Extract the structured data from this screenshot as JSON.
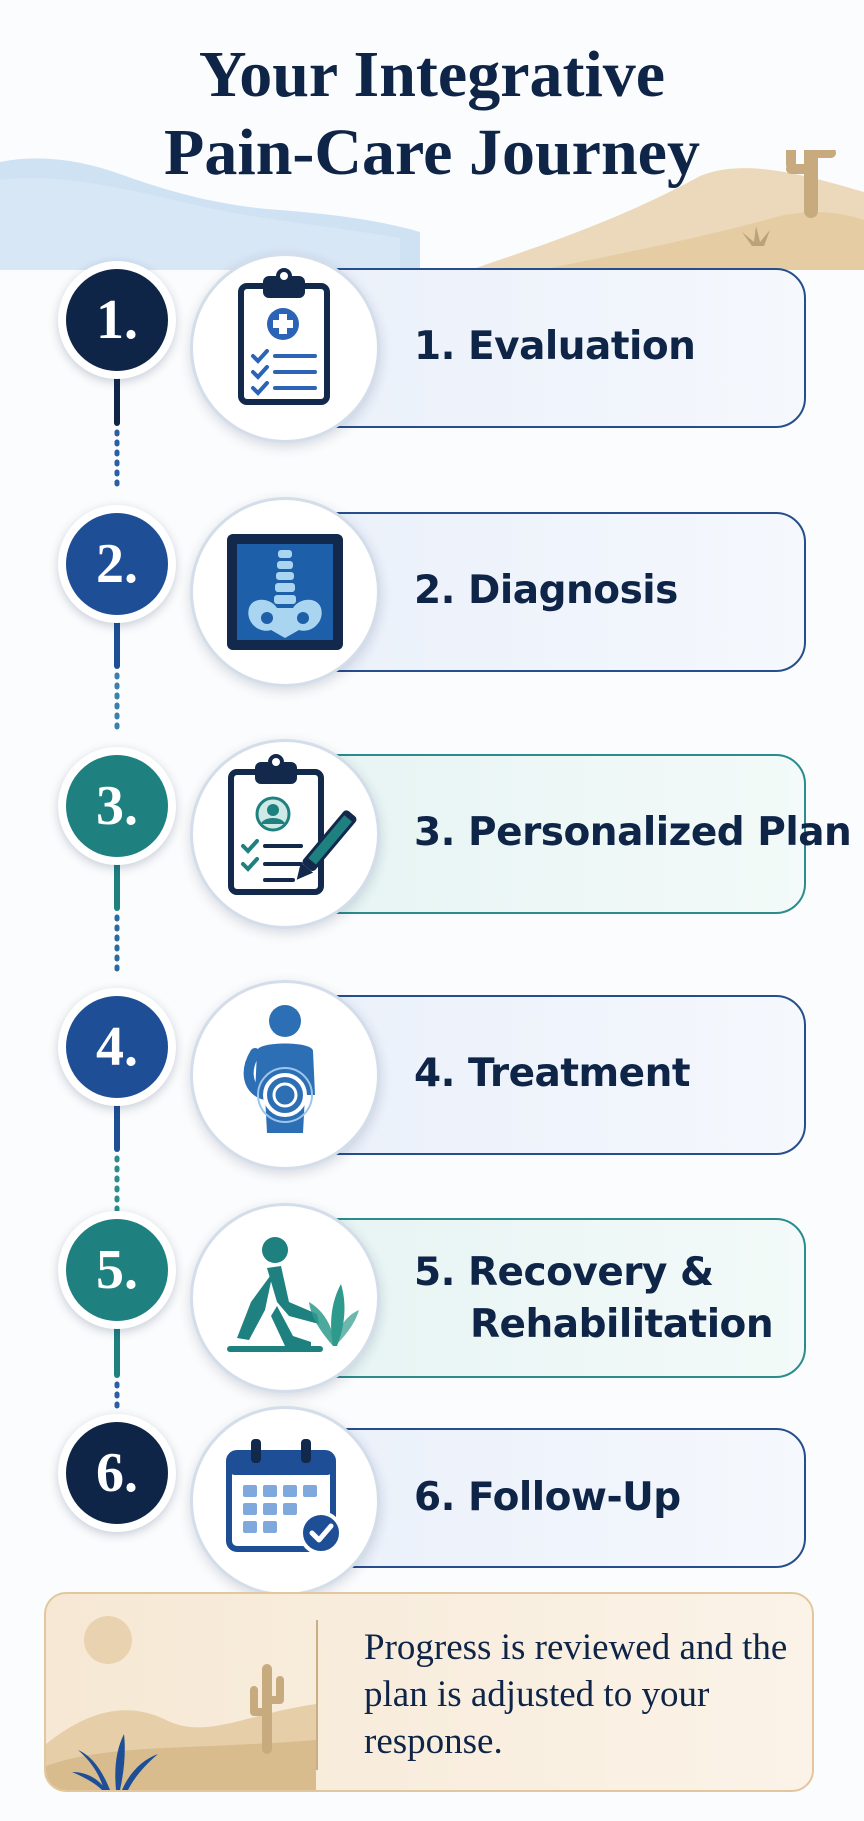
{
  "title": {
    "line1": "Your Integrative",
    "line2": "Pain-Care Journey"
  },
  "colors": {
    "navy": "#0f2548",
    "blue": "#1e4f96",
    "teal": "#1f8080",
    "pill_border_blue": "#274e8c",
    "pill_border_teal": "#2a8c8c",
    "sand": "#f6e8d4",
    "desert": "#e6cfa8",
    "sky": "#cfe2f3"
  },
  "steps": [
    {
      "number": "1.",
      "label": "1. Evaluation",
      "icon": "clipboard-medical-icon",
      "accent": "navy"
    },
    {
      "number": "2.",
      "label": "2. Diagnosis",
      "icon": "spine-xray-icon",
      "accent": "blue"
    },
    {
      "number": "3.",
      "label": "3. Personalized Plan",
      "icon": "clipboard-plan-icon",
      "accent": "teal"
    },
    {
      "number": "4.",
      "label": "4. Treatment",
      "icon": "person-treatment-icon",
      "accent": "blue"
    },
    {
      "number": "5.",
      "label_line1": "5. Recovery &",
      "label_line2": "Rehabilitation",
      "icon": "stretching-person-icon",
      "accent": "teal"
    },
    {
      "number": "6.",
      "label": "6. Follow-Up",
      "icon": "calendar-check-icon",
      "accent": "navy"
    }
  ],
  "note": {
    "text": "Progress is reviewed and the plan is adjusted to your response.",
    "icon": "desert-landscape-icon"
  }
}
